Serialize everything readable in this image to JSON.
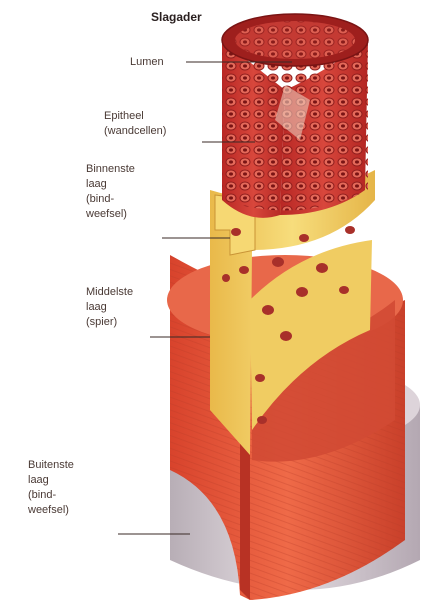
{
  "diagram": {
    "title": "Slagader",
    "labels": {
      "lumen": "Lumen",
      "epitheel": "Epitheel\n(wandcellen)",
      "binnenste": "Binnenste\nlaag\n(bind-\nweefsel)",
      "middelste": "Middelste\nlaag\n(spier)",
      "buitenste": "Buitenste\nlaag\n(bind-\nweefsel)"
    },
    "colors": {
      "lumen_red": "#c8302c",
      "cell_dark": "#8e1c1c",
      "inner_yellow": "#f2cf5e",
      "muscle_red": "#e2563c",
      "outer_grey": "#cfc6cc",
      "label_text": "#4a3a35"
    }
  }
}
